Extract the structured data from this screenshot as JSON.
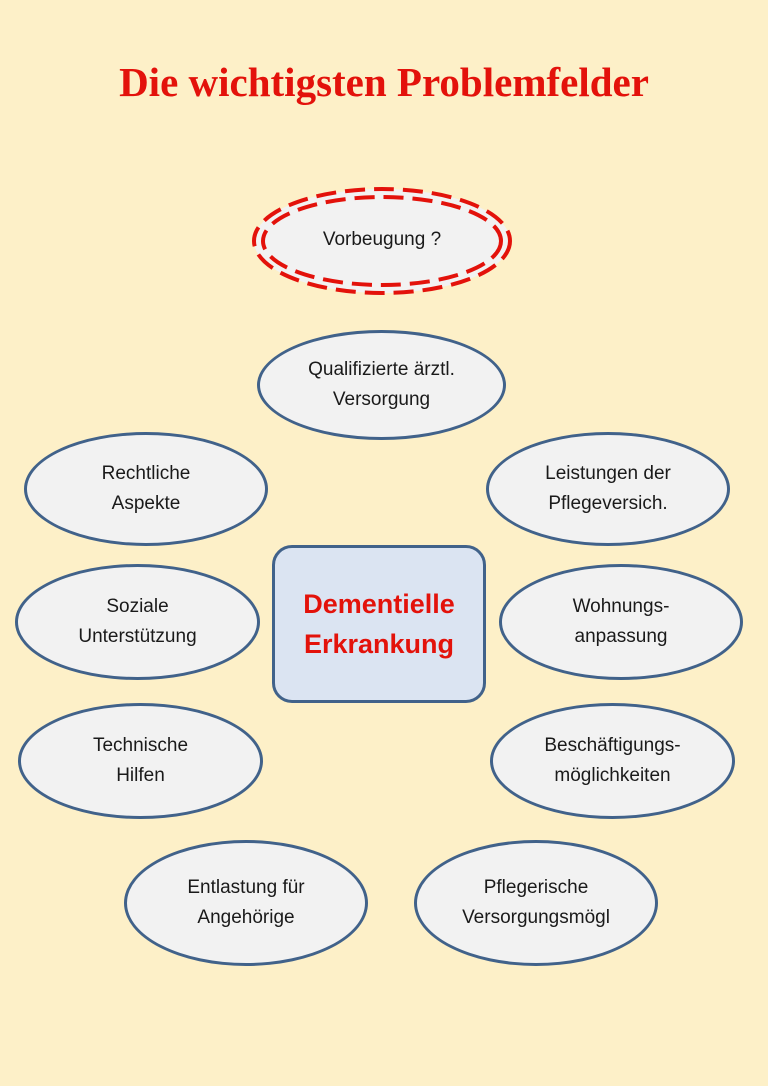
{
  "title": "Die wichtigsten Problemfelder",
  "center": {
    "label": "Dementielle\nErkrankung"
  },
  "prevention": {
    "label": "Vorbeugung ?"
  },
  "topics": {
    "medical_care": "Qualifizierte ärztl.\nVersorgung",
    "legal": "Rechtliche\nAspekte",
    "care_insurance": "Leistungen der\nPflegeversich.",
    "social_support": "Soziale\nUnterstützung",
    "housing": "Wohnungs-\nanpassung",
    "technical_aids": "Technische\nHilfen",
    "occupation": "Beschäftigungs-\nmöglichkeiten",
    "relief": "Entlastung für\nAngehörige",
    "nursing": "Pflegerische\nVersorgungsmögl"
  },
  "colors": {
    "background": "#fdf0c8",
    "accent_red": "#e3120b",
    "outline_blue": "#41628a",
    "oval_fill": "#f2f2f2",
    "center_fill": "#dbe4f2"
  }
}
